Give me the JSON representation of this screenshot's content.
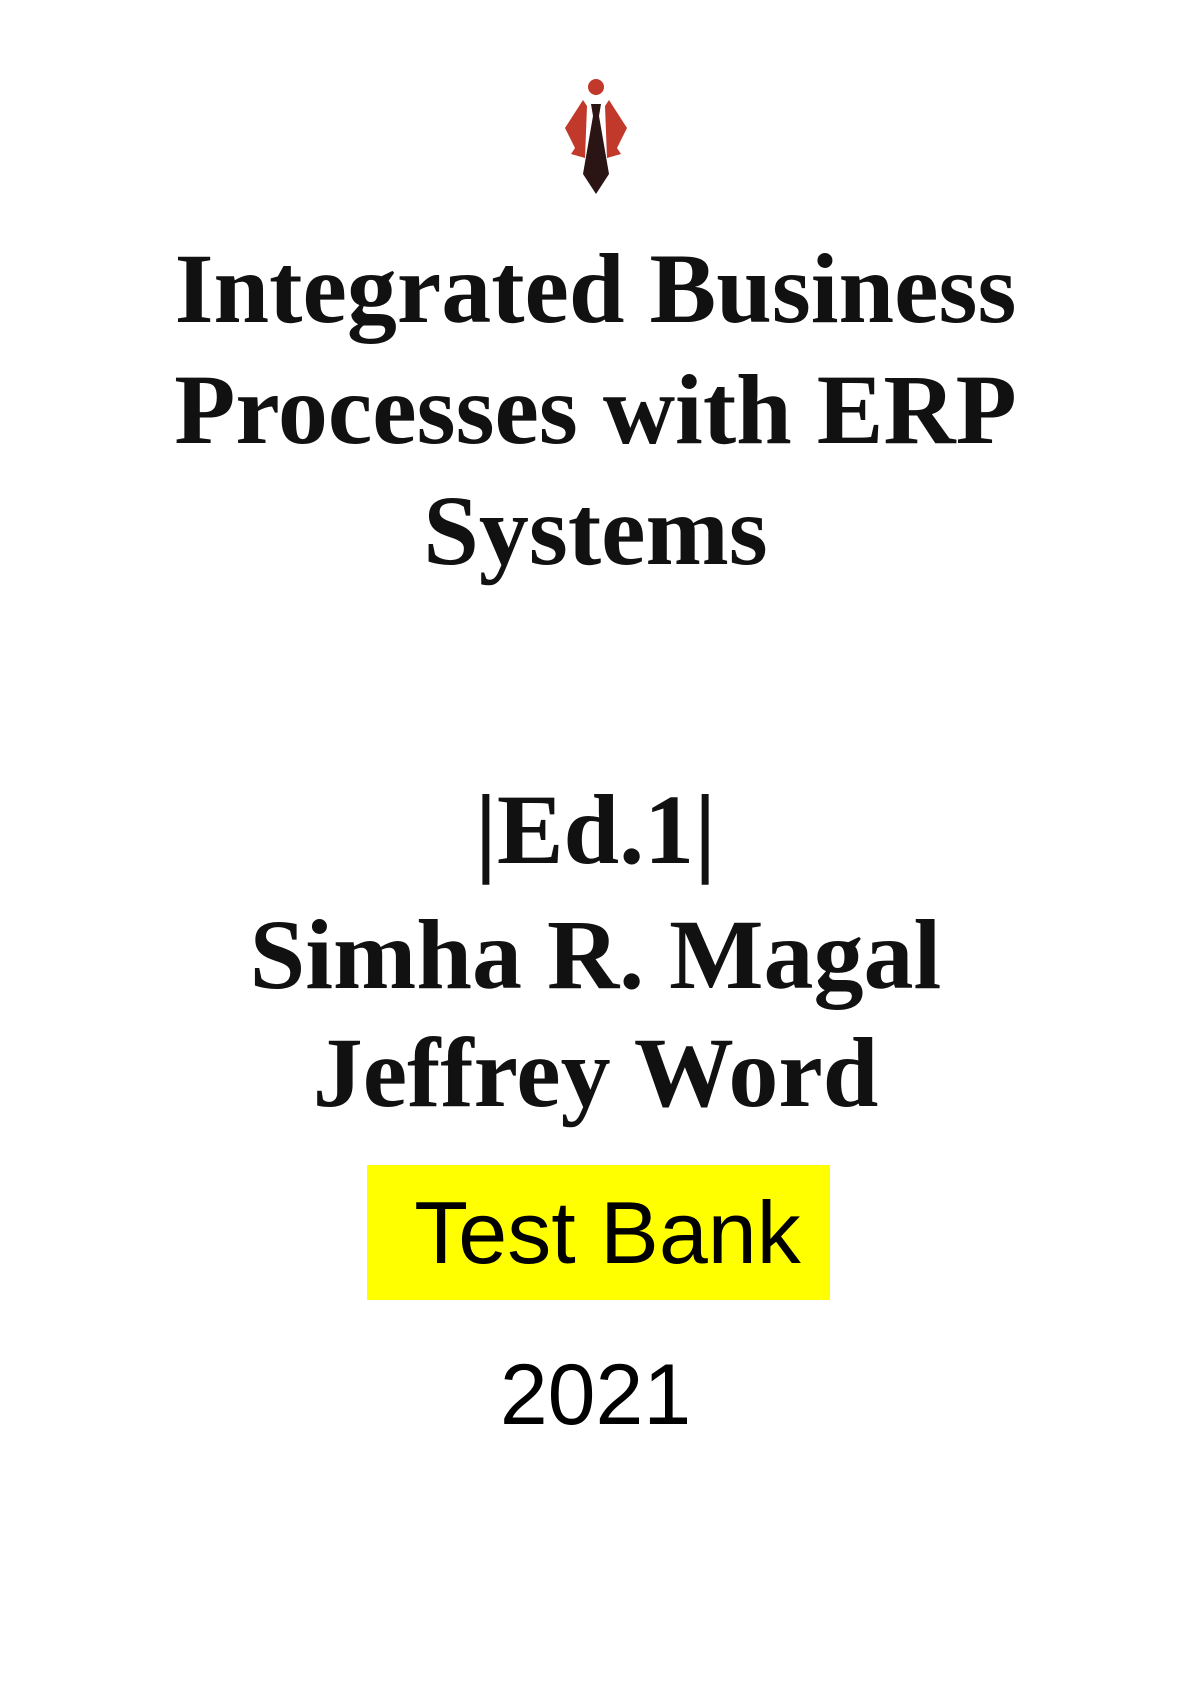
{
  "colors": {
    "text": "#111111",
    "highlight": "#ffff00",
    "logo_red": "#c0392b",
    "logo_dark": "#2a1414"
  },
  "logo": {
    "icon": "businessman-tie-logo-icon"
  },
  "title": {
    "lines": [
      "Integrated Business",
      "Processes with ERP",
      "Systems"
    ]
  },
  "edition": "|Ed.1|",
  "authors": [
    "Simha R. Magal",
    "Jeffrey Word"
  ],
  "badge": "Test Bank",
  "year": "2021"
}
